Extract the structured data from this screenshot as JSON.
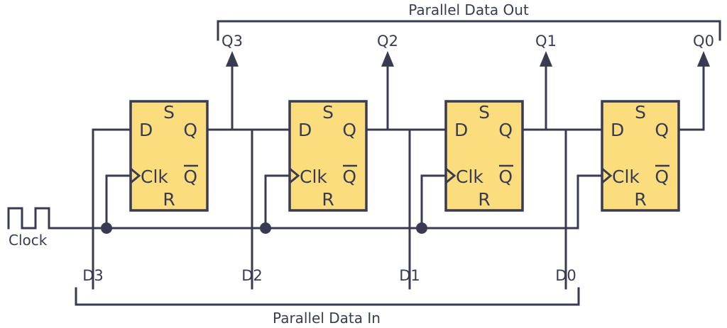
{
  "diagram": {
    "title_top": "Parallel Data Out",
    "title_bottom": "Parallel Data In",
    "clock_label": "Clock",
    "colors": {
      "block_fill": "#fbdd7e",
      "line": "#393b52",
      "background": "#ffffff"
    },
    "pin_labels": {
      "set": "S",
      "data": "D",
      "clock": "Clk",
      "reset": "R",
      "q": "Q",
      "qbar": "Q"
    },
    "flipflops": [
      {
        "index": 0,
        "output_label": "Q3",
        "input_label": "D3",
        "pins": {
          "s": "S",
          "d": "D",
          "clk": "Clk",
          "r": "R",
          "q": "Q",
          "qbar": "Q"
        }
      },
      {
        "index": 1,
        "output_label": "Q2",
        "input_label": "D2",
        "pins": {
          "s": "S",
          "d": "D",
          "clk": "Clk",
          "r": "R",
          "q": "Q",
          "qbar": "Q"
        }
      },
      {
        "index": 2,
        "output_label": "Q1",
        "input_label": "D1",
        "pins": {
          "s": "S",
          "d": "D",
          "clk": "Clk",
          "r": "R",
          "q": "Q",
          "qbar": "Q"
        }
      },
      {
        "index": 3,
        "output_label": "Q0",
        "input_label": "D0",
        "pins": {
          "s": "S",
          "d": "D",
          "clk": "Clk",
          "r": "R",
          "q": "Q",
          "qbar": "Q"
        }
      }
    ]
  }
}
